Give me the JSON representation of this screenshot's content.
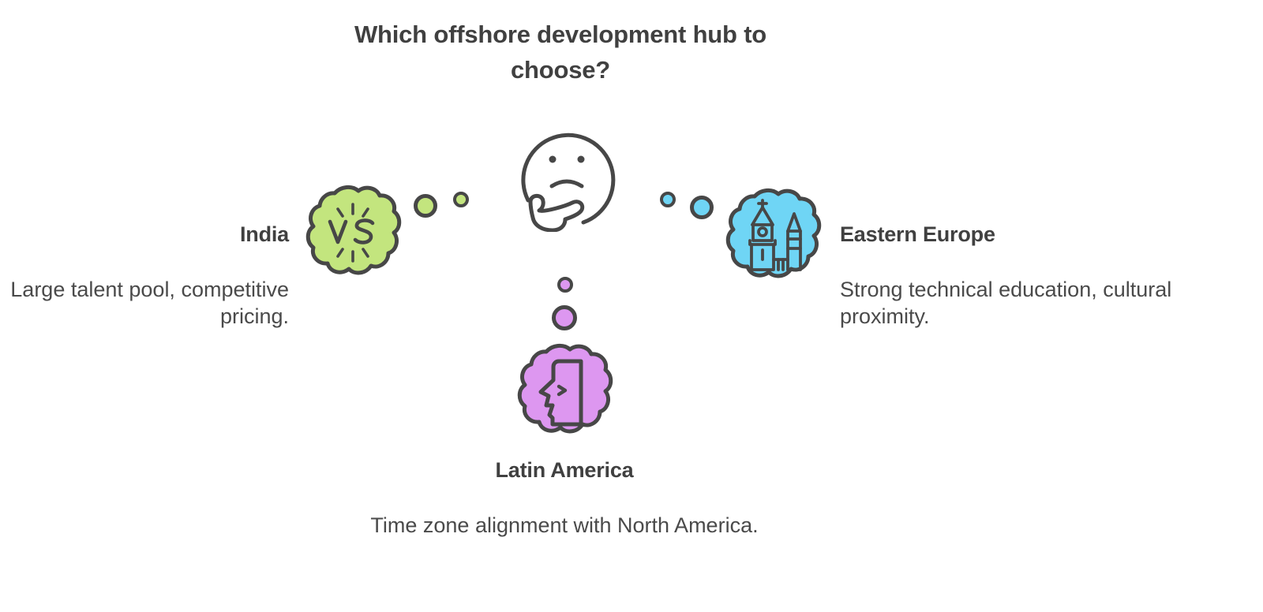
{
  "title": "Which offshore development hub to choose?",
  "colors": {
    "india_fill": "#c3e57e",
    "eastern_europe_fill": "#6fd5f5",
    "latin_america_fill": "#dd97f0",
    "outline": "#474747",
    "text": "#404040",
    "background": "#ffffff"
  },
  "center": {
    "icon": "thinking-face-icon"
  },
  "options": [
    {
      "id": "india",
      "label": "India",
      "description": "Large talent pool, competitive pricing.",
      "icon": "vs-badge-icon",
      "color": "#c3e57e",
      "position": "left"
    },
    {
      "id": "eastern-europe",
      "label": "Eastern Europe",
      "description": "Strong technical education, cultural proximity.",
      "icon": "castle-tower-icon",
      "color": "#6fd5f5",
      "position": "right"
    },
    {
      "id": "latin-america",
      "label": "Latin America",
      "description": "Time zone alignment with North America.",
      "icon": "moai-head-icon",
      "color": "#dd97f0",
      "position": "bottom"
    }
  ]
}
